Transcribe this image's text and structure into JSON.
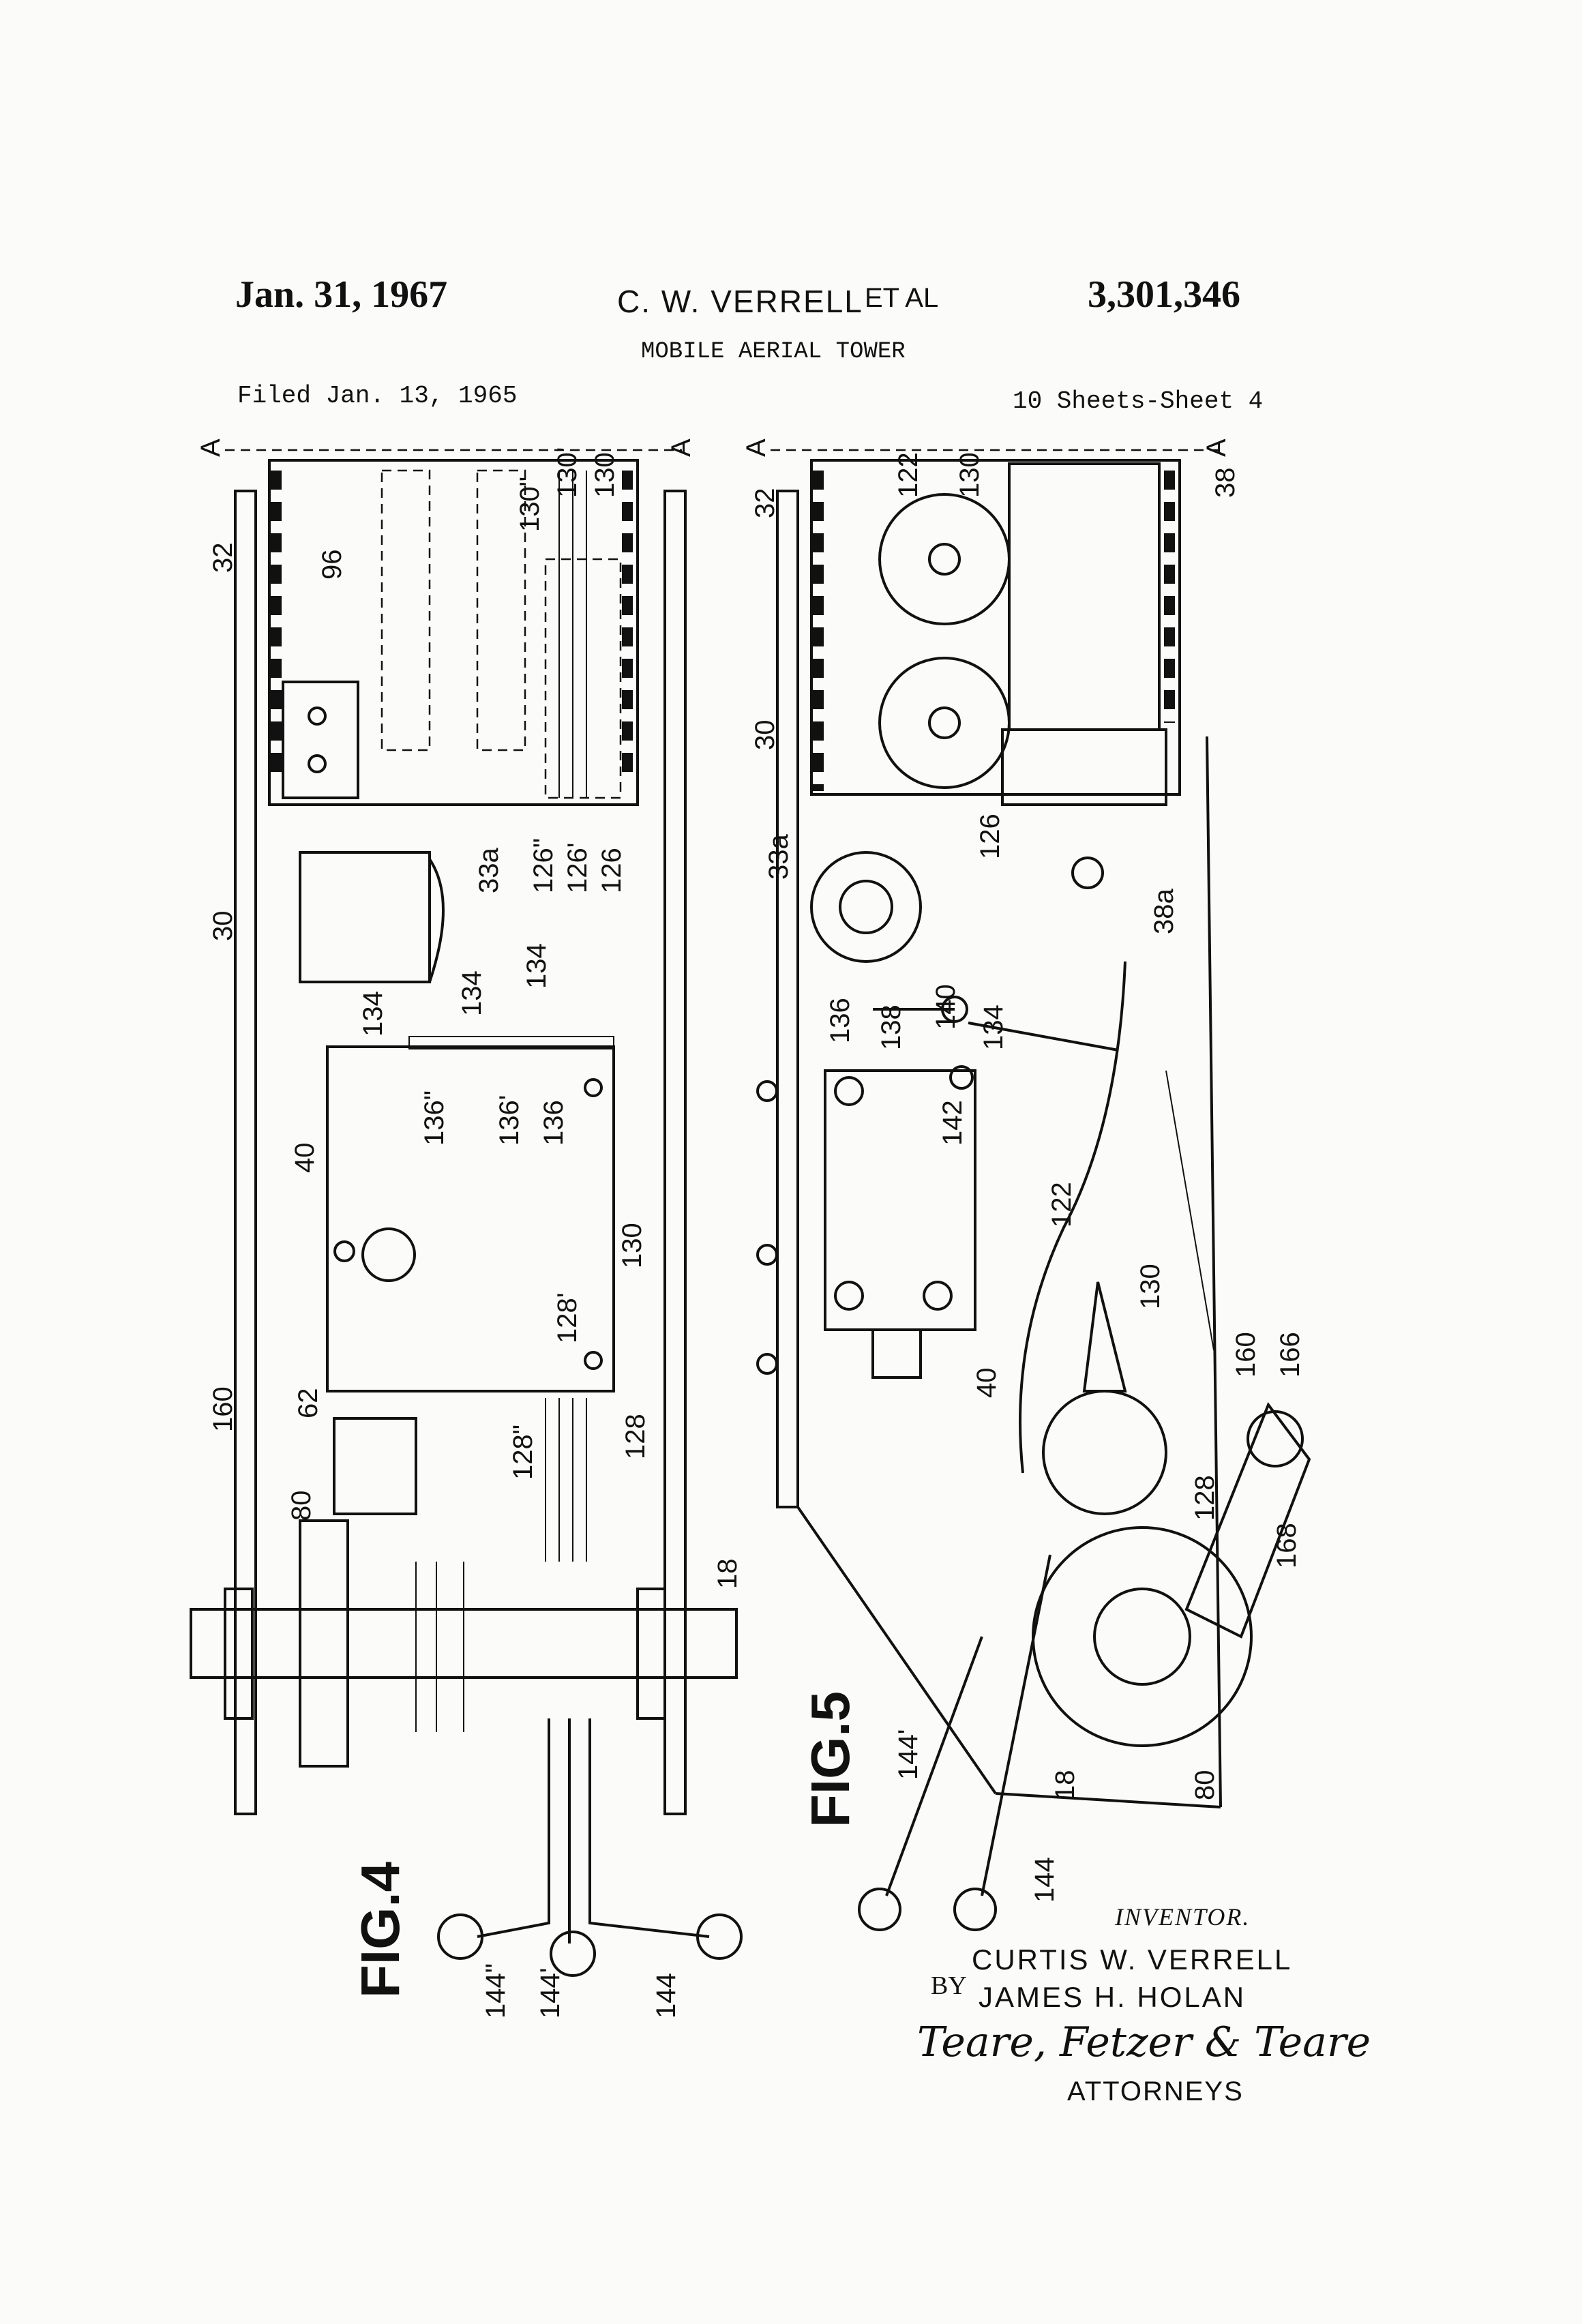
{
  "header": {
    "date": "Jan. 31, 1967",
    "inventors_short": "C. W. VERRELL",
    "et_al": "ET AL",
    "patent_number": "3,301,346",
    "title": "MOBILE AERIAL TOWER",
    "filed": "Filed Jan. 13, 1965",
    "sheets": "10 Sheets-Sheet 4"
  },
  "figures": {
    "fig4": {
      "title": "FIG.4",
      "section_marker": "A",
      "labels": [
        "32",
        "96",
        "130\"",
        "130'",
        "130",
        "126\"",
        "126'",
        "126",
        "33a",
        "30",
        "134",
        "134",
        "134",
        "136\"",
        "136'",
        "136",
        "40",
        "130",
        "128'",
        "160",
        "62",
        "80",
        "128\"",
        "128",
        "18",
        "144\"",
        "144'",
        "144"
      ]
    },
    "fig5": {
      "title": "FIG.5",
      "section_marker": "A",
      "labels": [
        "32",
        "122",
        "130",
        "38",
        "30",
        "126",
        "33a",
        "38a",
        "136",
        "138",
        "140",
        "134",
        "142",
        "122",
        "130",
        "40",
        "160",
        "166",
        "128",
        "168",
        "144'",
        "18",
        "80",
        "144"
      ]
    }
  },
  "inventors": {
    "label": "INVENTOR.",
    "name1": "CURTIS W. VERRELL",
    "by": "BY",
    "name2": "JAMES H. HOLAN",
    "signature": "Teare, Fetzer & Teare",
    "role": "ATTORNEYS"
  }
}
